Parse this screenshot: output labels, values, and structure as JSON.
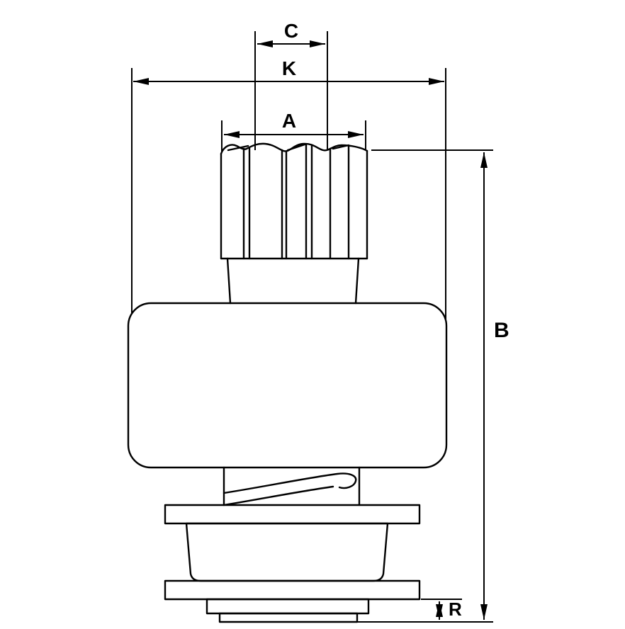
{
  "diagram": {
    "kind": "technical-line-drawing",
    "colors": {
      "line": "#000000",
      "background": "#ffffff"
    },
    "dimensions": {
      "c": {
        "label": "C"
      },
      "k": {
        "label": "K"
      },
      "a": {
        "label": "A"
      },
      "b": {
        "label": "B"
      },
      "r": {
        "label": "R"
      }
    }
  }
}
